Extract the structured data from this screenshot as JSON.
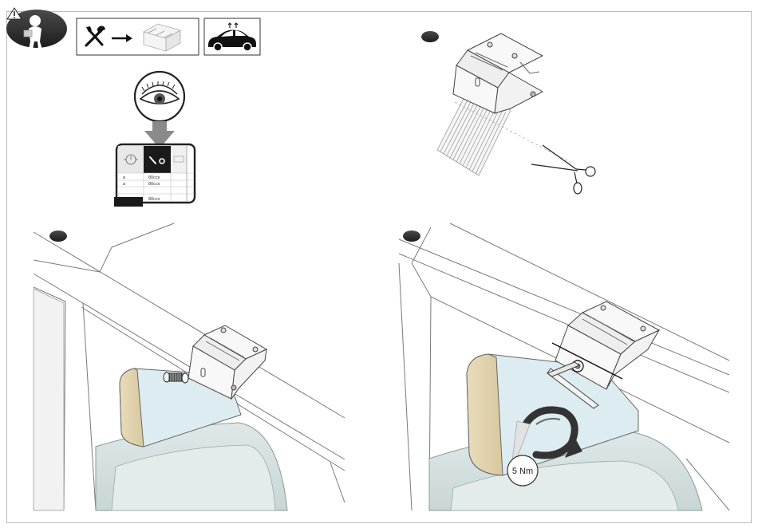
{
  "colors": {
    "badge": "#2b2b2b",
    "ink": "#333333",
    "line": "#7a7a7a",
    "light_line": "#b8b8b8",
    "metal": "#f4f4f4",
    "pad_beige": "#e2d6b4",
    "pad_face": "#dcecf0",
    "seat": "#e7eeee",
    "seat_back": "#d8e2e2",
    "arrow_gray": "#8a8a8a",
    "arrow_dark": "#333333"
  },
  "icons": {
    "warning": "warning-triangle-icon",
    "tools": "wrench-screwdriver-icon",
    "arrow": "right-arrow-icon",
    "bracket": "mounting-bracket-icon",
    "car": "car-icon",
    "eye": "eye-icon",
    "scissors": "scissors-icon"
  },
  "reference_table": {
    "header_icon_left": "timer-icon",
    "header_icon_mid": "tools-icon",
    "rows": [
      {
        "col1": "a",
        "col2": "80ccs"
      },
      {
        "col1": "a",
        "col2": "80ccs"
      },
      {
        "col1": "",
        "col2": ""
      },
      {
        "col1": "",
        "col2": "80ccs"
      }
    ]
  },
  "torque": {
    "label": "5 Nm"
  }
}
